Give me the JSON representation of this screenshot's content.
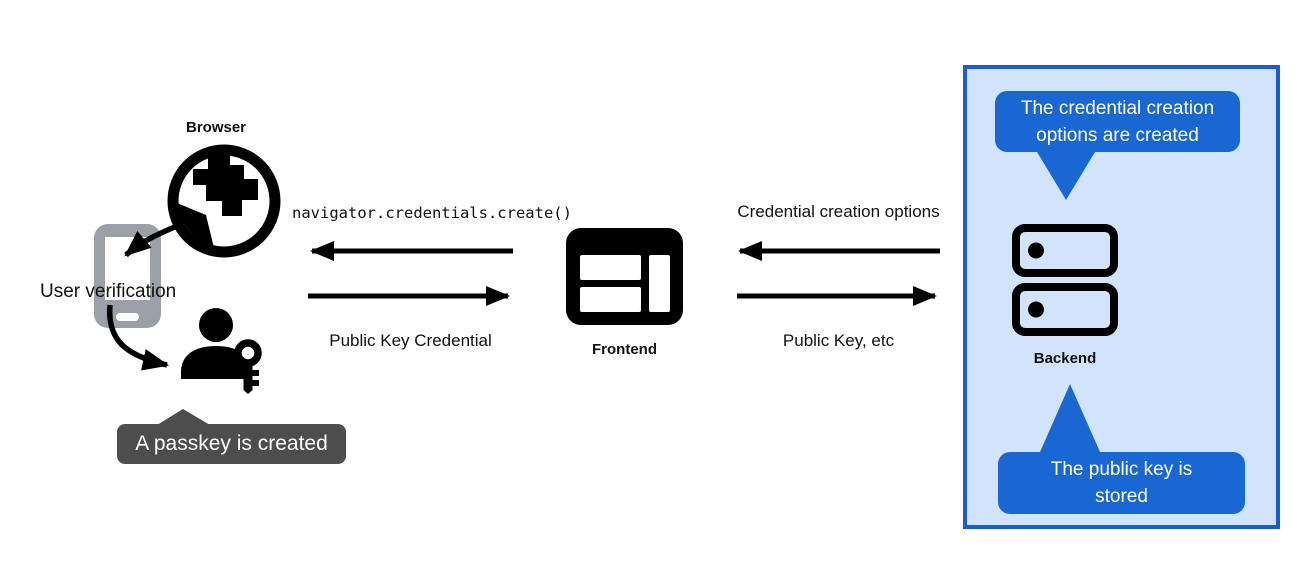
{
  "browser_group": {
    "label": "Browser",
    "user_verification": "User verification",
    "passkey_tooltip": "A passkey is created"
  },
  "frontend": {
    "label": "Frontend"
  },
  "backend": {
    "label": "Backend",
    "tooltip_options_created": "The credential creation options are created",
    "tooltip_key_stored": "The public key is stored"
  },
  "messages": {
    "create_call": "navigator.credentials.create()",
    "public_key_credential": "Public Key Credential",
    "credential_creation_options": "Credential creation options",
    "public_key_etc": "Public Key, etc"
  },
  "colors": {
    "tooltip_dark": "#4d4d4d",
    "tooltip_blue": "#1967d2",
    "backend_box_bg": "#d2e3fc",
    "backend_box_border": "#1a5cd6",
    "phone_gray": "#9aa0a6",
    "ink": "#000000"
  }
}
